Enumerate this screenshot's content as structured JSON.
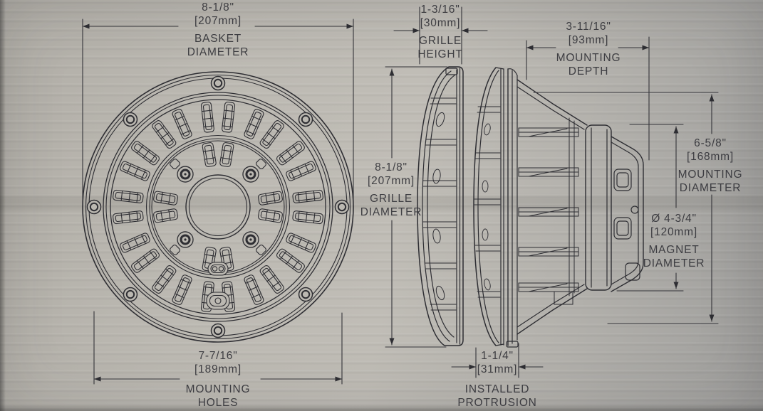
{
  "colors": {
    "ink": "#2e2e33",
    "paper": "#bbb8b1",
    "text": "#3a3a40"
  },
  "dimensions": {
    "basket_diameter": {
      "imperial": "8-1/8\"",
      "metric": "[207mm]",
      "label_line1": "BASKET",
      "label_line2": "DIAMETER"
    },
    "grille_height": {
      "imperial": "1-3/16\"",
      "metric": "[30mm]",
      "label_line1": "GRILLE",
      "label_line2": "HEIGHT"
    },
    "mounting_depth": {
      "imperial": "3-11/16\"",
      "metric": "[93mm]",
      "label_line1": "MOUNTING",
      "label_line2": "DEPTH"
    },
    "grille_diameter": {
      "imperial": "8-1/8\"",
      "metric": "[207mm]",
      "label_line1": "GRILLE",
      "label_line2": "DIAMETER"
    },
    "mounting_diameter": {
      "imperial": "6-5/8\"",
      "metric": "[168mm]",
      "label_line1": "MOUNTING",
      "label_line2": "DIAMETER"
    },
    "magnet_diameter": {
      "imperial": "Ø 4-3/4\"",
      "metric": "[120mm]",
      "label_line1": "MAGNET",
      "label_line2": "DIAMETER"
    },
    "mounting_holes": {
      "imperial": "7-7/16\"",
      "metric": "[189mm]",
      "label_line1": "MOUNTING",
      "label_line2": "HOLES"
    },
    "installed_protrusion": {
      "imperial": "1-1/4\"",
      "metric": "[31mm]",
      "label_line1": "INSTALLED",
      "label_line2": "PROTRUSION"
    }
  }
}
